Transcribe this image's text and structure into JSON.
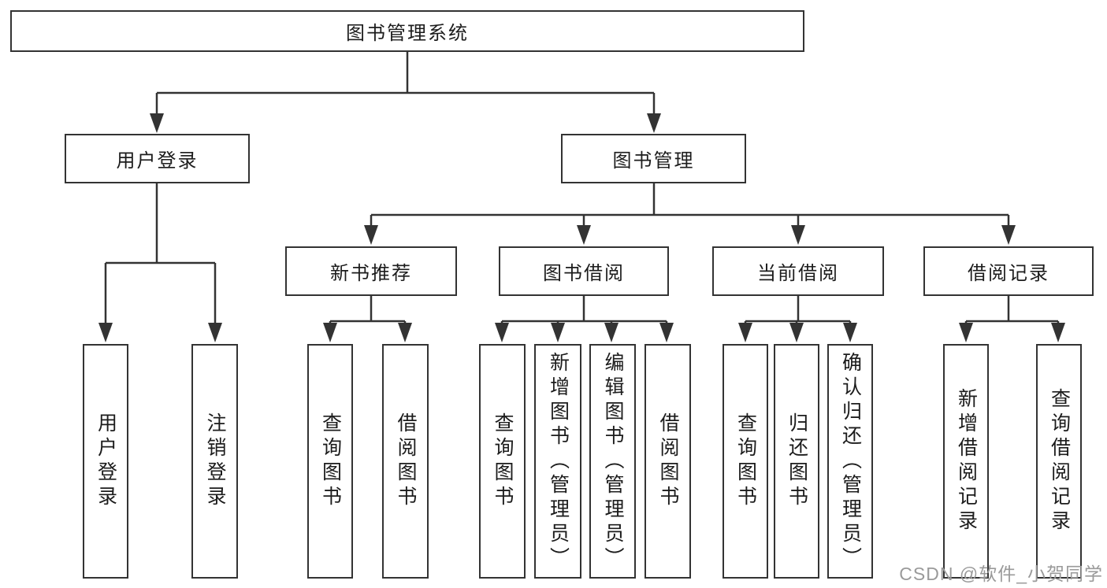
{
  "tree": {
    "root": "图书管理系统",
    "level2": [
      "用户登录",
      "图书管理"
    ],
    "level3": [
      "新书推荐",
      "图书借阅",
      "当前借阅",
      "借阅记录"
    ],
    "leaves": {
      "user_login": [
        "用户登录",
        "注销登录"
      ],
      "new_book": [
        "查询图书",
        "借阅图书"
      ],
      "book_borrow": [
        "查询图书",
        "新增图书（管理员）",
        "编辑图书（管理员）",
        "借阅图书"
      ],
      "current_borrow": [
        "查询图书",
        "归还图书",
        "确认归还（管理员）"
      ],
      "borrow_record": [
        "新增借阅记录",
        "查询借阅记录"
      ]
    }
  },
  "watermark": "CSDN @软件_小贺同学",
  "colors": {
    "line": "#333333",
    "text": "#1c1c1c",
    "background": "#ffffff",
    "watermark": "#9a9a9a"
  }
}
